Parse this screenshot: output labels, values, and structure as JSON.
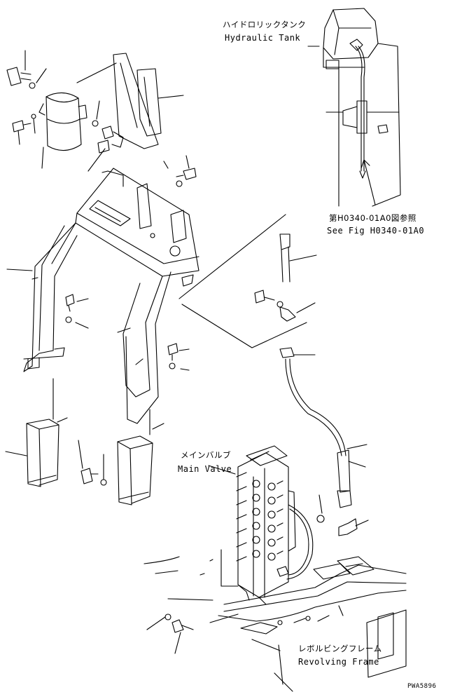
{
  "labels": {
    "hydraulic_tank_jp": "ハイドロリックタンク",
    "hydraulic_tank_en": "Hydraulic Tank",
    "see_fig_jp": "第H0340-01A0図参照",
    "see_fig_en": "See Fig H0340-01A0",
    "main_valve_jp": "メインバルブ",
    "main_valve_en": "Main Valve",
    "revolving_frame_jp": "レボルビングフレーム",
    "revolving_frame_en": "Revolving Frame",
    "drawing_code": "PWA5896"
  },
  "colors": {
    "ink": "#000000",
    "paper": "#ffffff"
  }
}
